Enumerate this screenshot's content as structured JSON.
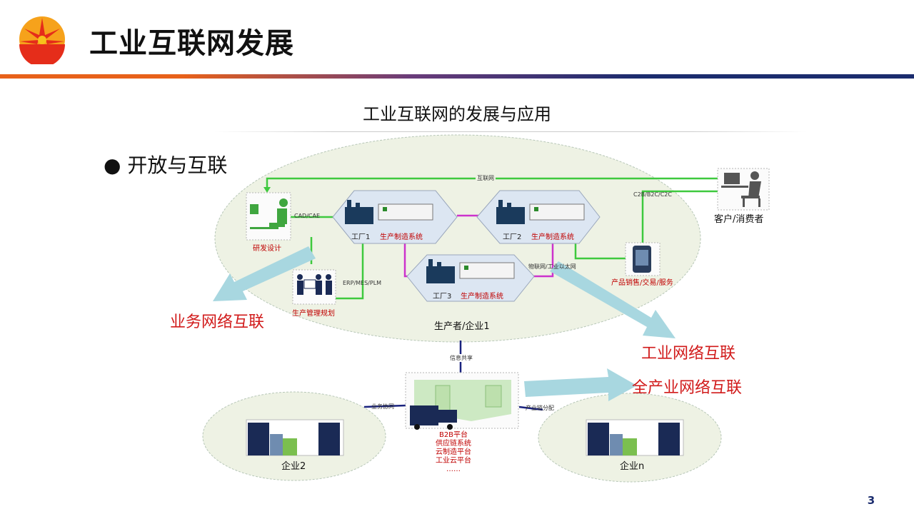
{
  "header": {
    "title": "工业互联网发展"
  },
  "slide": {
    "subtitle": "工业互联网的发展与应用",
    "bullet": "开放与互联",
    "page_number": "3"
  },
  "diagram": {
    "internet_label": "互联网",
    "c2b_label": "C2B/B2C/C2C",
    "customer_label": "客户/消费者",
    "rd_label": "研发设计",
    "cad_label": "CAD/CAE",
    "erp_label": "ERP/MES/PLM",
    "mgmt_label": "生产管理规划",
    "factory1": {
      "name": "工厂1",
      "system": "生产制造系统"
    },
    "factory2": {
      "name": "工厂2",
      "system": "生产制造系统"
    },
    "factory3": {
      "name": "工厂3",
      "system": "生产制造系统"
    },
    "iot_label": "物联网/工业以太网",
    "sales_label": "产品销售/交易/服务",
    "producer_label": "生产者/企业1",
    "biz_net": "业务网络互联",
    "ind_net": "工业网络互联",
    "full_net": "全产业网络互联",
    "info_share": "信息共享",
    "biz_coop": "业务协同",
    "chain_alloc": "产业链分配",
    "enterprise2": "企业2",
    "enterprisen": "企业n",
    "platforms": [
      "B2B平台",
      "供应链系统",
      "云制造平台",
      "工业云平台",
      "……"
    ]
  },
  "colors": {
    "accent_orange": "#e8611a",
    "accent_navy": "#1b2c6e",
    "link_green": "#3ec93e",
    "link_magenta": "#cc33cc",
    "link_navy": "#1a237e",
    "arrow_fill": "#a8d7e0",
    "ellipse_fill": "#eef3e6",
    "text_red": "#d11a1a"
  }
}
